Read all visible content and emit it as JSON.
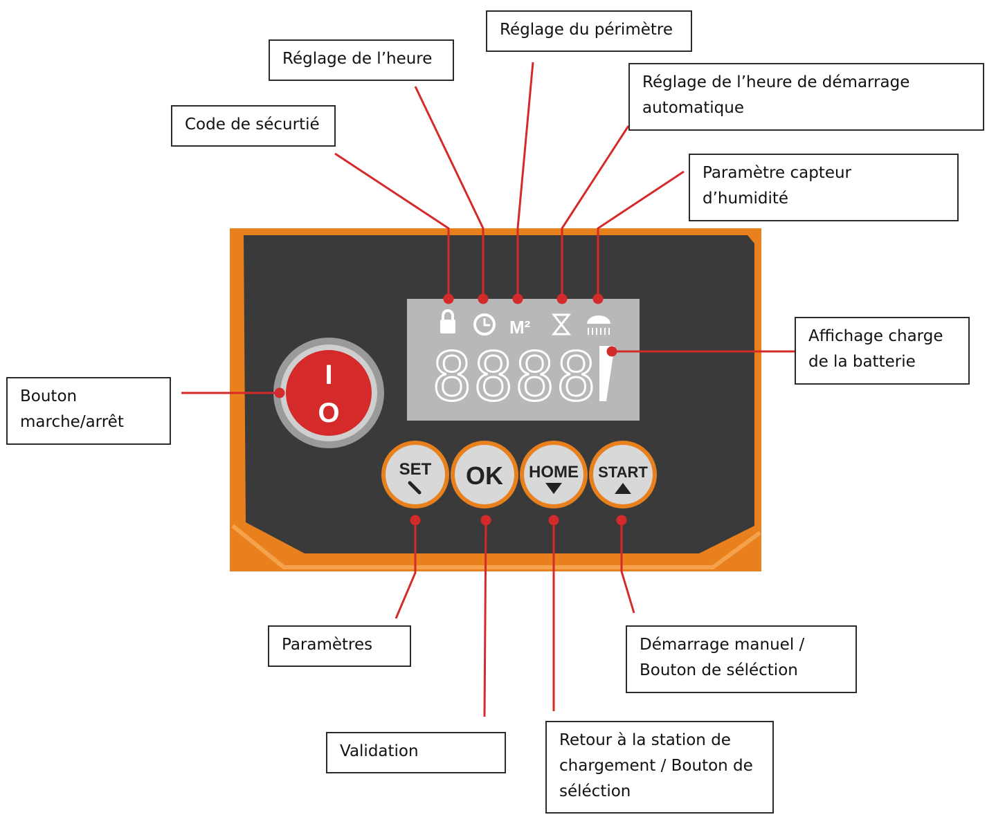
{
  "panel": {
    "power_top": "I",
    "power_bottom": "O",
    "area_icon": "M²",
    "lcd_digits": "8888",
    "buttons": [
      {
        "id": "set",
        "label": "SET",
        "icon": "wrench-icon"
      },
      {
        "id": "ok",
        "label": "OK",
        "icon": ""
      },
      {
        "id": "home",
        "label": "HOME",
        "icon": "arrow-down-icon"
      },
      {
        "id": "start",
        "label": "START",
        "icon": "arrow-up-icon"
      }
    ],
    "icons": [
      "lock-icon",
      "clock-icon",
      "area-icon",
      "hourglass-icon",
      "humidity-icon",
      "battery-icon"
    ],
    "colors": {
      "orange": "#e8801e",
      "dark": "#3a3a3a",
      "red": "#d42a2a",
      "lcd": "#b8b8b8",
      "leader": "#d42a2a"
    }
  },
  "callouts": {
    "code_securite": [
      "Code de sécurtié"
    ],
    "reglage_heure": [
      "Réglage de l’heure"
    ],
    "reglage_perimetre": [
      "Réglage du périmètre"
    ],
    "heure_demarrage": [
      "Réglage de l’heure de démarrage",
      "automatique"
    ],
    "capteur_humidite": [
      "Paramètre capteur",
      "d’humidité"
    ],
    "charge_batterie": [
      "Affichage charge",
      "de la batterie"
    ],
    "marche_arret": [
      "Bouton",
      "marche/arrêt"
    ],
    "parametres": [
      "Paramètres"
    ],
    "validation": [
      "Validation"
    ],
    "retour_station": [
      "Retour à la station de",
      "chargement / Bouton de",
      "séléction"
    ],
    "demarrage_manuel": [
      "Démarrage manuel /",
      "Bouton de séléction"
    ]
  }
}
